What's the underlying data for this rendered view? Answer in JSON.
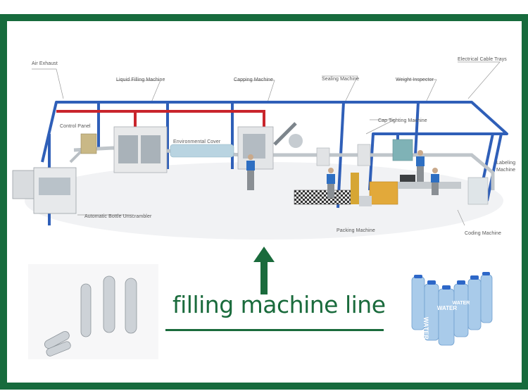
{
  "diagram": {
    "title": "filling machine line",
    "frame_color": "#176b3d",
    "pipe_blue": "#2f5fb8",
    "pipe_red": "#c9252c",
    "labels": {
      "air_exhaust": "Air Exhaust",
      "liquid_filling_machine": "Liquid Filling Machine",
      "capping_machine": "Capping Machine",
      "sealing_machine": "Sealing Machine",
      "weight_inspector": "Weight Inspector",
      "electrical_cable_trays": "Electrical Cable Trays",
      "control_panel": "Control Panel",
      "environmental_cover": "Environmental Cover",
      "cap_tighting_machine": "Cap Tighting Machine",
      "labeling_machine_1": "Labeling",
      "labeling_machine_2": "Machine",
      "automatic_bottle_unscrambler": "Automatic Bottle Unscrambler",
      "packing_machine": "Packing Machine",
      "coding_machine": "Coding Machine"
    },
    "product_images": {
      "left": "PET bottle preforms",
      "right": "shrink-wrapped water bottle pack",
      "bottle_label": "WATER"
    }
  }
}
